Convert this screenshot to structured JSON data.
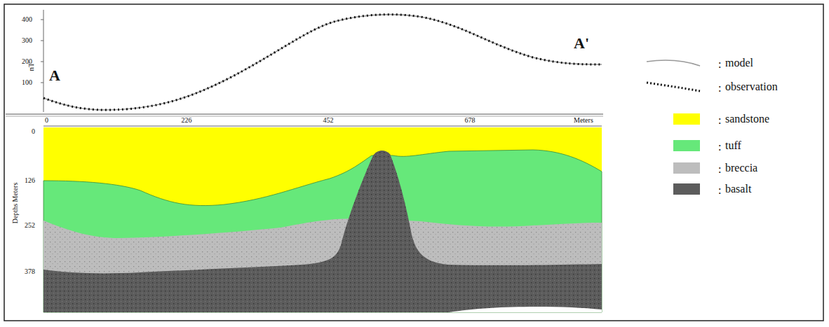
{
  "diagram": {
    "labels": [
      "nT",
      "400",
      "300",
      "200",
      "100",
      "A",
      "A'",
      "0",
      "226",
      "452",
      "678",
      "Meters",
      "Depths Meters",
      "0",
      "126",
      "252",
      "378",
      ":",
      ":",
      ":",
      ":",
      ":",
      ":"
    ],
    "legend": [
      {
        "text": "model"
      },
      {
        "text": "observation"
      },
      {
        "text": "sandstone",
        "color": "#ffff00"
      },
      {
        "text": "tuff",
        "color": "#66e87a"
      },
      {
        "text": "breccia",
        "color": "#bdbdbd"
      },
      {
        "text": "basalt",
        "color": "#5c5c5c"
      }
    ]
  }
}
